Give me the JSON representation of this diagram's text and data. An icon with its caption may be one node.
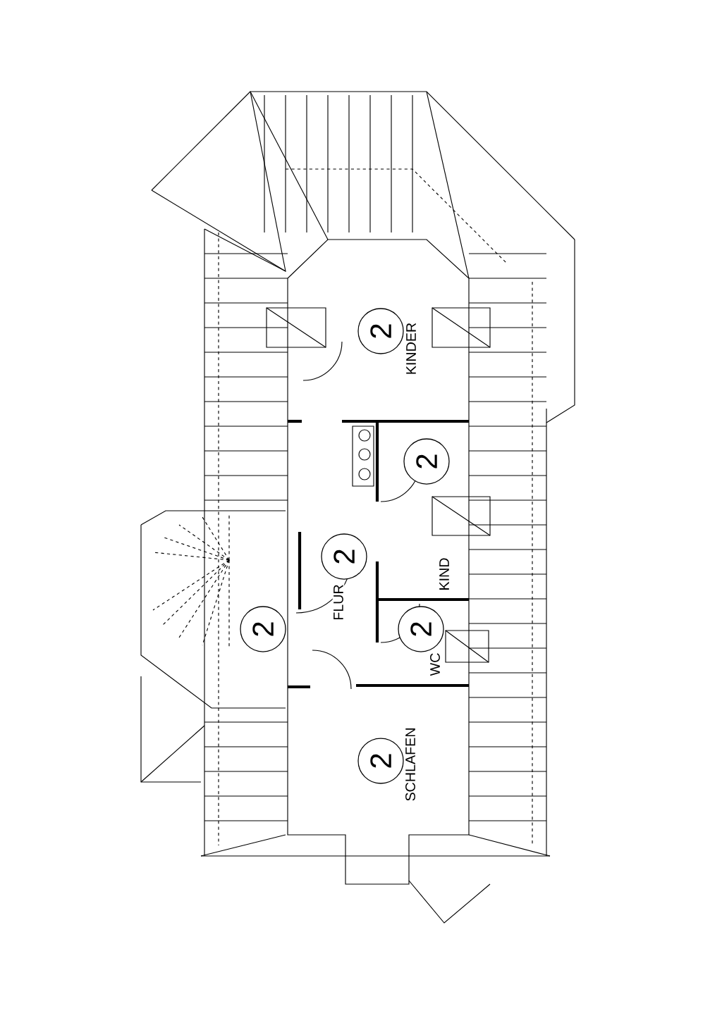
{
  "diagram": {
    "nodes": [
      {
        "text": [
          "2"
        ]
      },
      {
        "text": [
          "2"
        ]
      },
      {
        "text": [
          "2"
        ]
      },
      {
        "text": [
          "2"
        ]
      },
      {
        "text": [
          "2"
        ]
      },
      {
        "text": [
          "2"
        ]
      }
    ],
    "labels": [
      "KINDER",
      "KIND",
      "FLUR",
      "WC",
      "SCHLAFEN"
    ]
  }
}
